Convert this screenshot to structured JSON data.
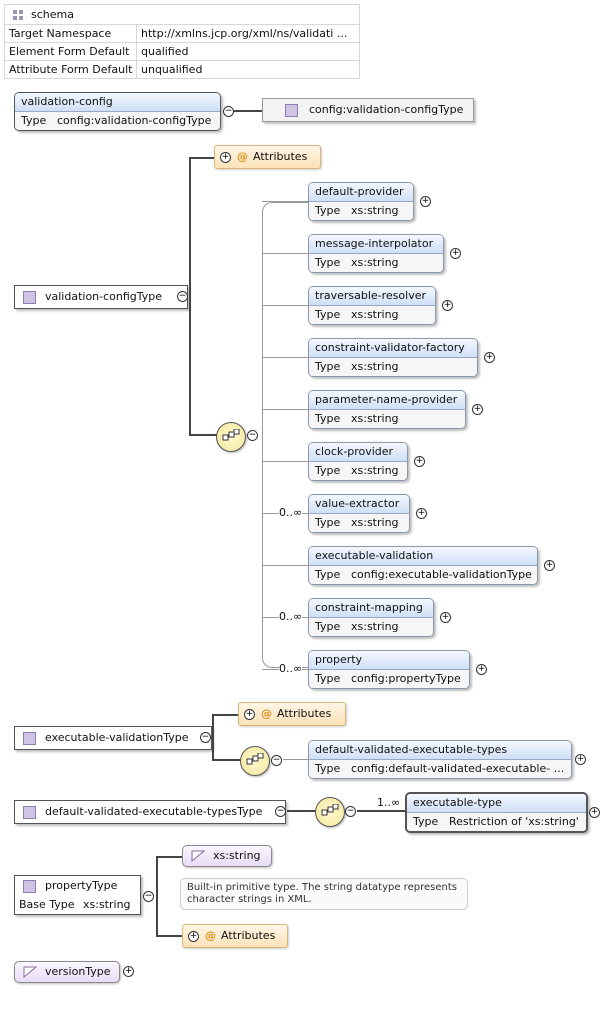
{
  "header": {
    "title": "schema",
    "rows": [
      {
        "key": "Target Namespace",
        "value": "http://xmlns.jcp.org/xml/ns/validati ..."
      },
      {
        "key": "Element Form Default",
        "value": "qualified"
      },
      {
        "key": "Attribute Form Default",
        "value": "unqualified"
      }
    ]
  },
  "labels": {
    "type": "Type",
    "base_type": "Base Type",
    "attributes": "Attributes",
    "plus": "+",
    "minus": "−"
  },
  "root": {
    "name": "validation-config",
    "type": "config:validation-configType",
    "type_ref": "config:validation-configType"
  },
  "validation_config_type": {
    "name": "validation-configType",
    "elements": [
      {
        "name": "default-provider",
        "type": "xs:string",
        "occurs": ""
      },
      {
        "name": "message-interpolator",
        "type": "xs:string",
        "occurs": ""
      },
      {
        "name": "traversable-resolver",
        "type": "xs:string",
        "occurs": ""
      },
      {
        "name": "constraint-validator-factory",
        "type": "xs:string",
        "occurs": ""
      },
      {
        "name": "parameter-name-provider",
        "type": "xs:string",
        "occurs": ""
      },
      {
        "name": "clock-provider",
        "type": "xs:string",
        "occurs": ""
      },
      {
        "name": "value-extractor",
        "type": "xs:string",
        "occurs": "0..∞"
      },
      {
        "name": "executable-validation",
        "type": "config:executable-validationType",
        "occurs": ""
      },
      {
        "name": "constraint-mapping",
        "type": "xs:string",
        "occurs": "0..∞"
      },
      {
        "name": "property",
        "type": "config:propertyType",
        "occurs": "0..∞"
      }
    ]
  },
  "executable_validation_type": {
    "name": "executable-validationType",
    "element": {
      "name": "default-validated-executable-types",
      "type": "config:default-validated-executable- ..."
    }
  },
  "default_types_type": {
    "name": "default-validated-executable-typesType",
    "occurs": "1..∞",
    "element": {
      "name": "executable-type",
      "type": "Restriction of 'xs:string'"
    }
  },
  "property_type": {
    "name": "propertyType",
    "base_type": "xs:string",
    "simple": "xs:string",
    "note": "Built-in primitive type. The string datatype represents character strings in XML."
  },
  "version_type": {
    "name": "versionType"
  }
}
